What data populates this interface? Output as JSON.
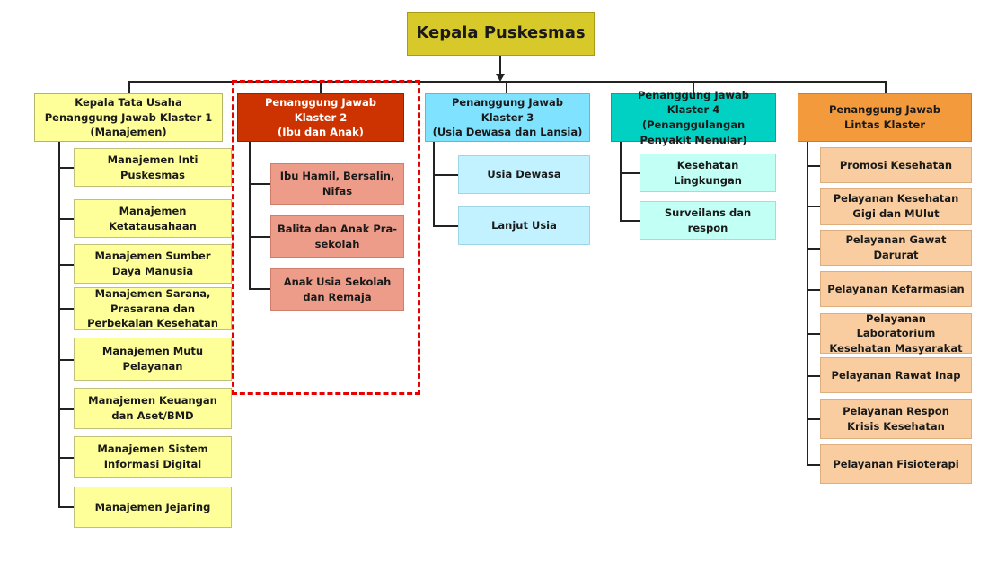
{
  "top": "Kepala Puskesmas",
  "clusters": [
    {
      "header": "Kepala Tata Usaha\nPenanggung Jawab  Klaster 1\n(Manajemen)",
      "items": [
        "Manajemen Inti Puskesmas",
        "Manajemen Ketatausahaan",
        "Manajemen Sumber Daya Manusia",
        "Manajemen Sarana, Prasarana dan Perbekalan Kesehatan",
        "Manajemen Mutu Pelayanan",
        "Manajemen Keuangan dan Aset/BMD",
        "Manajemen Sistem Informasi Digital",
        "Manajemen Jejaring"
      ]
    },
    {
      "header": "Penanggung Jawab Klaster 2\n(Ibu dan Anak)",
      "items": [
        "Ibu Hamil,  Bersalin, Nifas",
        "Balita dan Anak Pra-sekolah",
        "Anak Usia Sekolah dan Remaja"
      ]
    },
    {
      "header": "Penanggung Jawab Klaster 3\n(Usia Dewasa  dan Lansia)",
      "items": [
        "Usia Dewasa",
        "Lanjut Usia"
      ]
    },
    {
      "header": "Penanggung Jawab Klaster 4\n(Penanggulangan  Penyakit Menular)",
      "items": [
        "Kesehatan  Lingkungan",
        "Surveilans dan respon"
      ]
    },
    {
      "header": "Penanggung Jawab\nLintas Klaster",
      "items": [
        "Promosi Kesehatan",
        "Pelayanan Kesehatan Gigi dan MUlut",
        "Pelayanan Gawat Darurat",
        "Pelayanan Kefarmasian",
        "Pelayanan Laboratorium Kesehatan Masyarakat",
        "Pelayanan Rawat Inap",
        "Pelayanan Respon Krisis Kesehatan",
        "Pelayanan Fisioterapi"
      ]
    }
  ]
}
